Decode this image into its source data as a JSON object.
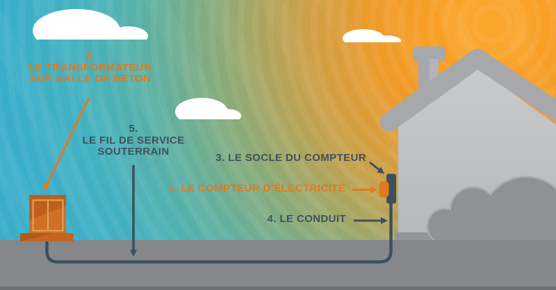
{
  "scene": {
    "description": "Infographic of underground residential electric service",
    "labels": {
      "transformer": {
        "number": "2.",
        "line1": "LE TRANSFORMATEUR",
        "line2": "SUR DALLE DE BÉTON"
      },
      "service_wire": {
        "number": "5.",
        "line1": "LE FIL DE SERVICE",
        "line2": "SOUTERRAIN"
      },
      "meter_socket": {
        "text": "3. LE SOCLE DU COMPTEUR"
      },
      "meter": {
        "text": "1. LE COMPTEUR D’ÉLECTRICITÉ"
      },
      "conduit": {
        "text": "4. LE CONDUIT"
      }
    },
    "colors": {
      "label_orange": "#e2791f",
      "label_dark": "#42505c",
      "sky_teal": "#3aaec9",
      "sun_orange": "#f8a028",
      "wall_gray": "#c4c6c8",
      "roof_gray": "#a6a8ab",
      "bush_gray": "#8f9194",
      "ground_gray": "#85878a",
      "subsoil_gray": "#6e6f72",
      "wire_dark": "#3e4f5c",
      "transformer_orange": "#ce7026"
    }
  }
}
